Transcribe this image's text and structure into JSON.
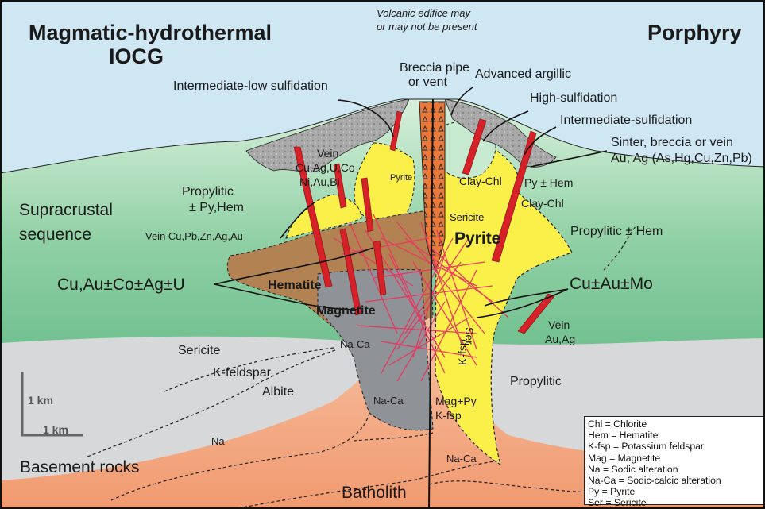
{
  "titles": {
    "left_line1": "Magmatic-hydrothermal",
    "left_line2": "IOCG",
    "right": "Porphyry",
    "volcanic_note_line1": "Volcanic edifice may",
    "volcanic_note_line2": "or may not be present"
  },
  "labels": {
    "breccia_pipe_line1": "Breccia pipe",
    "breccia_pipe_line2": "or vent",
    "advanced_argillic": "Advanced argillic",
    "intermediate_low_sulfidation": "Intermediate-low sulfidation",
    "high_sulfidation": "High-sulfidation",
    "intermediate_sulfidation": "Intermediate-sulfidation",
    "sinter_line1": "Sinter, breccia or vein",
    "sinter_line2": "Au, Ag (As,Hg,Cu,Zn,Pb)",
    "vein_iocg_line1": "Vein",
    "vein_iocg_line2": "Cu,Ag,U,Co",
    "vein_iocg_line3": "Ni,Au,Bi",
    "pyrite_small": "Pyrite",
    "clay_chl_upper": "Clay-Chl",
    "py_hem": "Py ± Hem",
    "clay_chl_lower": "Clay-Chl",
    "propylitic_py_hem_line1": "Propylitic",
    "propylitic_py_hem_line2": "± Py,Hem",
    "supracrustal_line1": "Supracrustal",
    "supracrustal_line2": "sequence",
    "vein_cu_pb": "Vein Cu,Pb,Zn,Ag,Au",
    "sericite_upper": "Sericite",
    "pyrite_big": "Pyrite",
    "propylitic_hem": "Propylitic ± Hem",
    "cu_au_co_ag_u": "Cu,Au±Co±Ag±U",
    "hematite": "Hematite",
    "cu_au_mo": "Cu±Au±Mo",
    "magnetite": "Magnetite",
    "vein_au_ag_line1": "Vein",
    "vein_au_ag_line2": "Au,Ag",
    "na_ca_upper": "Na-Ca",
    "sericite_left": "Sericite",
    "k_feldspar": "K-feldspar",
    "ser": "Ser",
    "k_fsp_vertical": "K-fsp",
    "albite": "Albite",
    "propylitic": "Propylitic",
    "na_ca_lower": "Na-Ca",
    "mag_py": "Mag+Py",
    "k_fsp": "K-fsp",
    "na": "Na",
    "na_ca_bottom": "Na-Ca",
    "basement_rocks": "Basement rocks",
    "batholith": "Batholith"
  },
  "scale": {
    "vertical": "1 km",
    "horizontal": "1 km"
  },
  "legend": [
    "Chl = Chlorite",
    "Hem = Hematite",
    "K-fsp = Potassium feldspar",
    "Mag = Magnetite",
    "Na = Sodic alteration",
    "Na-Ca = Sodic-calcic alteration",
    "Py = Pyrite",
    "Ser = Sericite"
  ],
  "colors": {
    "sky": "#cfe6f3",
    "supracrustal_green": "#5db984",
    "pale_green": "#c7e9cf",
    "pyrite_yellow": "#fbef4a",
    "hematite_brown": "#b28253",
    "magnetite_grey": "#8f9296",
    "basement_grey": "#d7d8da",
    "batholith_orange": "#f4a27b",
    "vein_red": "#d62128",
    "stockwork_pink": "#e8365f",
    "argillic_grey": "#a8a8a8"
  },
  "icons": [
    "breccia-triangle-icon",
    "scale-bar-icon"
  ]
}
